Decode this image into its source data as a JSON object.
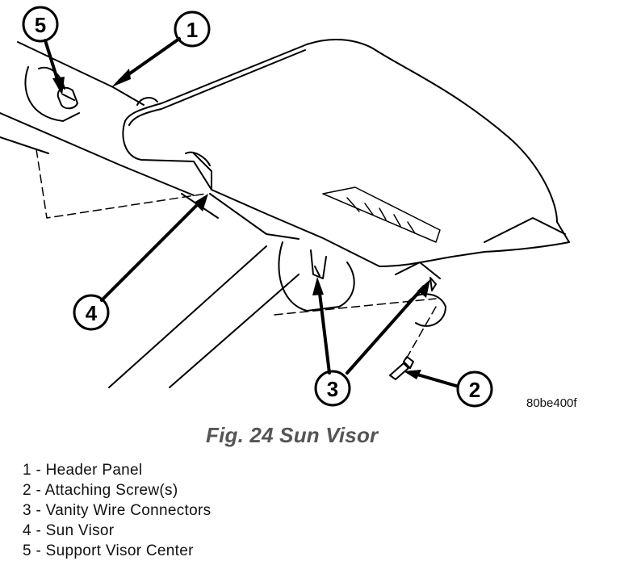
{
  "figure": {
    "caption": "Fig. 24 Sun Visor",
    "drawing_code": "80be400f"
  },
  "callouts": [
    "1",
    "2",
    "3",
    "4",
    "5"
  ],
  "legend": [
    "1 - Header Panel",
    "2 - Attaching Screw(s)",
    "3 - Vanity Wire Connectors",
    "4 - Sun Visor",
    "5 - Support Visor Center"
  ],
  "colors": {
    "line": "#000000",
    "background": "#ffffff",
    "caption": "#555555"
  }
}
